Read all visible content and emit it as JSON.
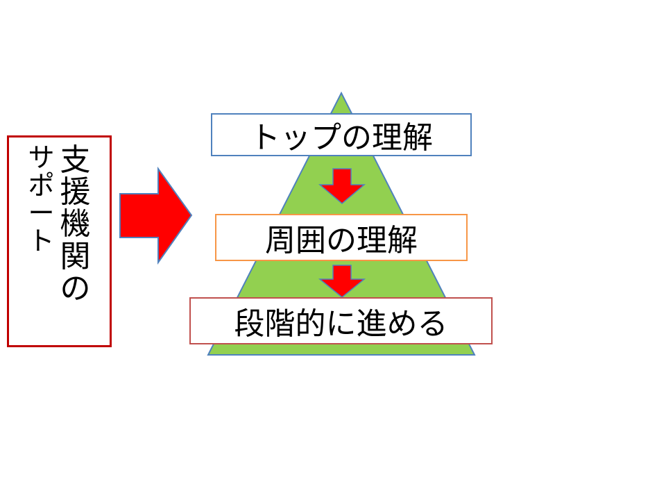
{
  "colors": {
    "triangle_fill": "#92D050",
    "triangle_stroke": "#4F81BD",
    "arrow_fill": "#FF0000",
    "arrow_stroke": "#4F81BD",
    "support_border": "#C00000",
    "level1_border": "#4F81BD",
    "level2_border": "#F79646",
    "level3_border": "#C0504D"
  },
  "support": {
    "line1": [
      "支",
      "援",
      "機",
      "関",
      "の"
    ],
    "line2": [
      "サ",
      "ポ",
      "ー",
      "ト"
    ]
  },
  "pyramid": {
    "levels": [
      {
        "label": "トップの理解"
      },
      {
        "label": "周囲の理解"
      },
      {
        "label": "段階的に進める"
      }
    ]
  }
}
